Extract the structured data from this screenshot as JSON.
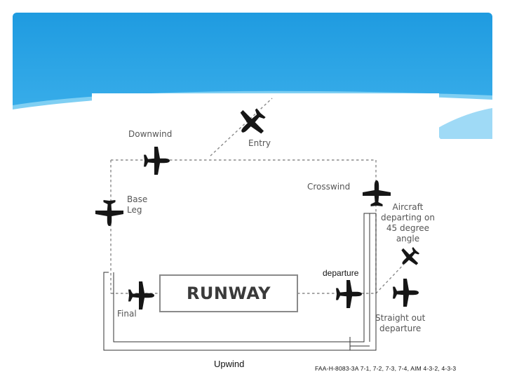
{
  "colors": {
    "sky_blue": "#2aa6e6",
    "sky_light": "#69c4f0",
    "plane": "#161616",
    "pattern_line": "#8a8a8a",
    "label": "#555555"
  },
  "labels": {
    "downwind": "Downwind",
    "entry": "Entry",
    "crosswind": "Crosswind",
    "base_leg": "Base\nLeg",
    "aircraft_departing": "Aircraft\ndeparting on\n45 degree\nangle",
    "final": "Final",
    "straight_out": "Straight out\ndeparture",
    "runway": "RUNWAY"
  },
  "annotations": {
    "departure": "departure",
    "upwind": "Upwind",
    "source": "FAA-H-8083-3A 7-1, 7-2, 7-3, 7-4, AIM 4-3-2, 4-3-3"
  },
  "icons": [
    "airplane-icon"
  ]
}
